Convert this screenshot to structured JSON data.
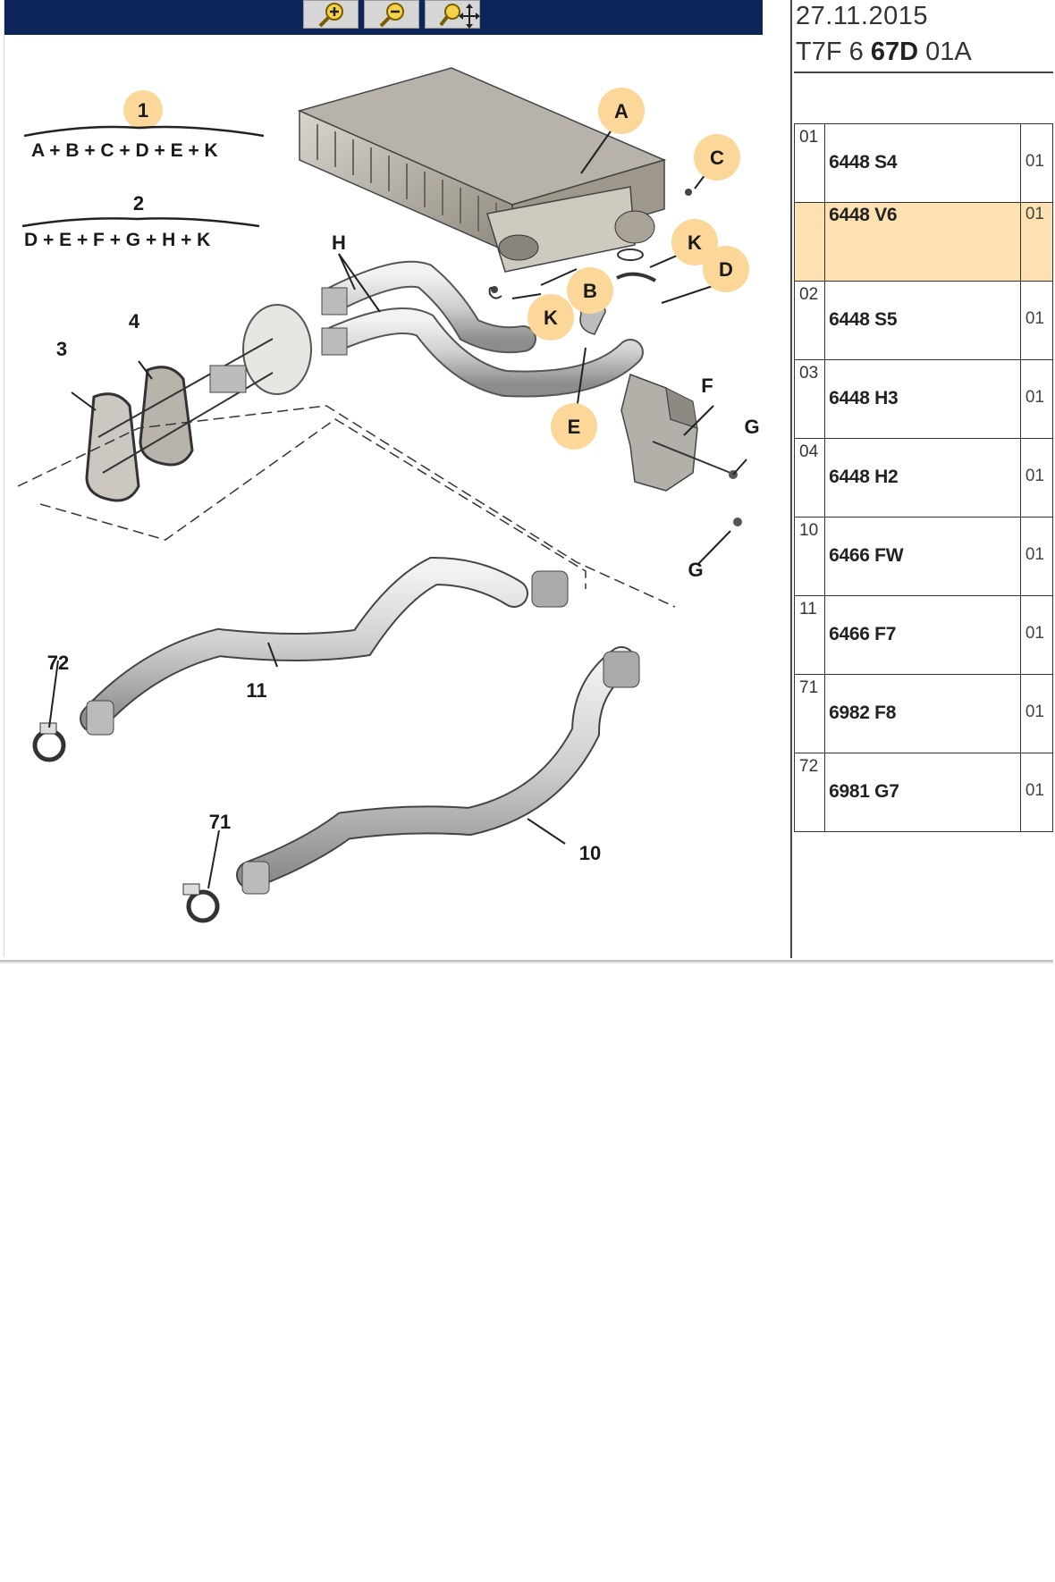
{
  "toolbar": {
    "buttons": [
      {
        "icon": "zoom-in-icon"
      },
      {
        "icon": "zoom-out-icon"
      },
      {
        "icon": "zoom-pan-icon"
      }
    ]
  },
  "document": {
    "date": "27.11.2015",
    "ref_prefix": "T7F 6 ",
    "ref_bold": "67D",
    "ref_suffix": " 01A"
  },
  "parts": [
    {
      "item": "01",
      "ref": "6448 S4",
      "qty": "01",
      "selected": false
    },
    {
      "item": "",
      "ref": "6448 V6",
      "qty": "01",
      "selected": true
    },
    {
      "item": "02",
      "ref": "6448 S5",
      "qty": "01",
      "selected": false
    },
    {
      "item": "03",
      "ref": "6448 H3",
      "qty": "01",
      "selected": false
    },
    {
      "item": "04",
      "ref": "6448 H2",
      "qty": "01",
      "selected": false
    },
    {
      "item": "10",
      "ref": "6466 FW",
      "qty": "01",
      "selected": false
    },
    {
      "item": "11",
      "ref": "6466 F7",
      "qty": "01",
      "selected": false
    },
    {
      "item": "71",
      "ref": "6982 F8",
      "qty": "01",
      "selected": false
    },
    {
      "item": "72",
      "ref": "6981 G7",
      "qty": "01",
      "selected": false
    }
  ],
  "diagram": {
    "kits": [
      {
        "number": "1",
        "formula": "A + B + C + D + E + K"
      },
      {
        "number": "2",
        "formula": "D + E + F + G + H + K"
      }
    ],
    "callouts": {
      "A": "A",
      "B": "B",
      "C": "C",
      "D": "D",
      "E": "E",
      "F": "F",
      "G1": "G",
      "G2": "G",
      "H": "H",
      "K1": "K",
      "K2": "K",
      "n3": "3",
      "n4": "4",
      "n10": "10",
      "n11": "11",
      "n71": "71",
      "n72": "72"
    },
    "colors": {
      "highlight": "#fbd79a",
      "toolbar": "#0d2459",
      "selected_row": "#fde1b0"
    }
  }
}
